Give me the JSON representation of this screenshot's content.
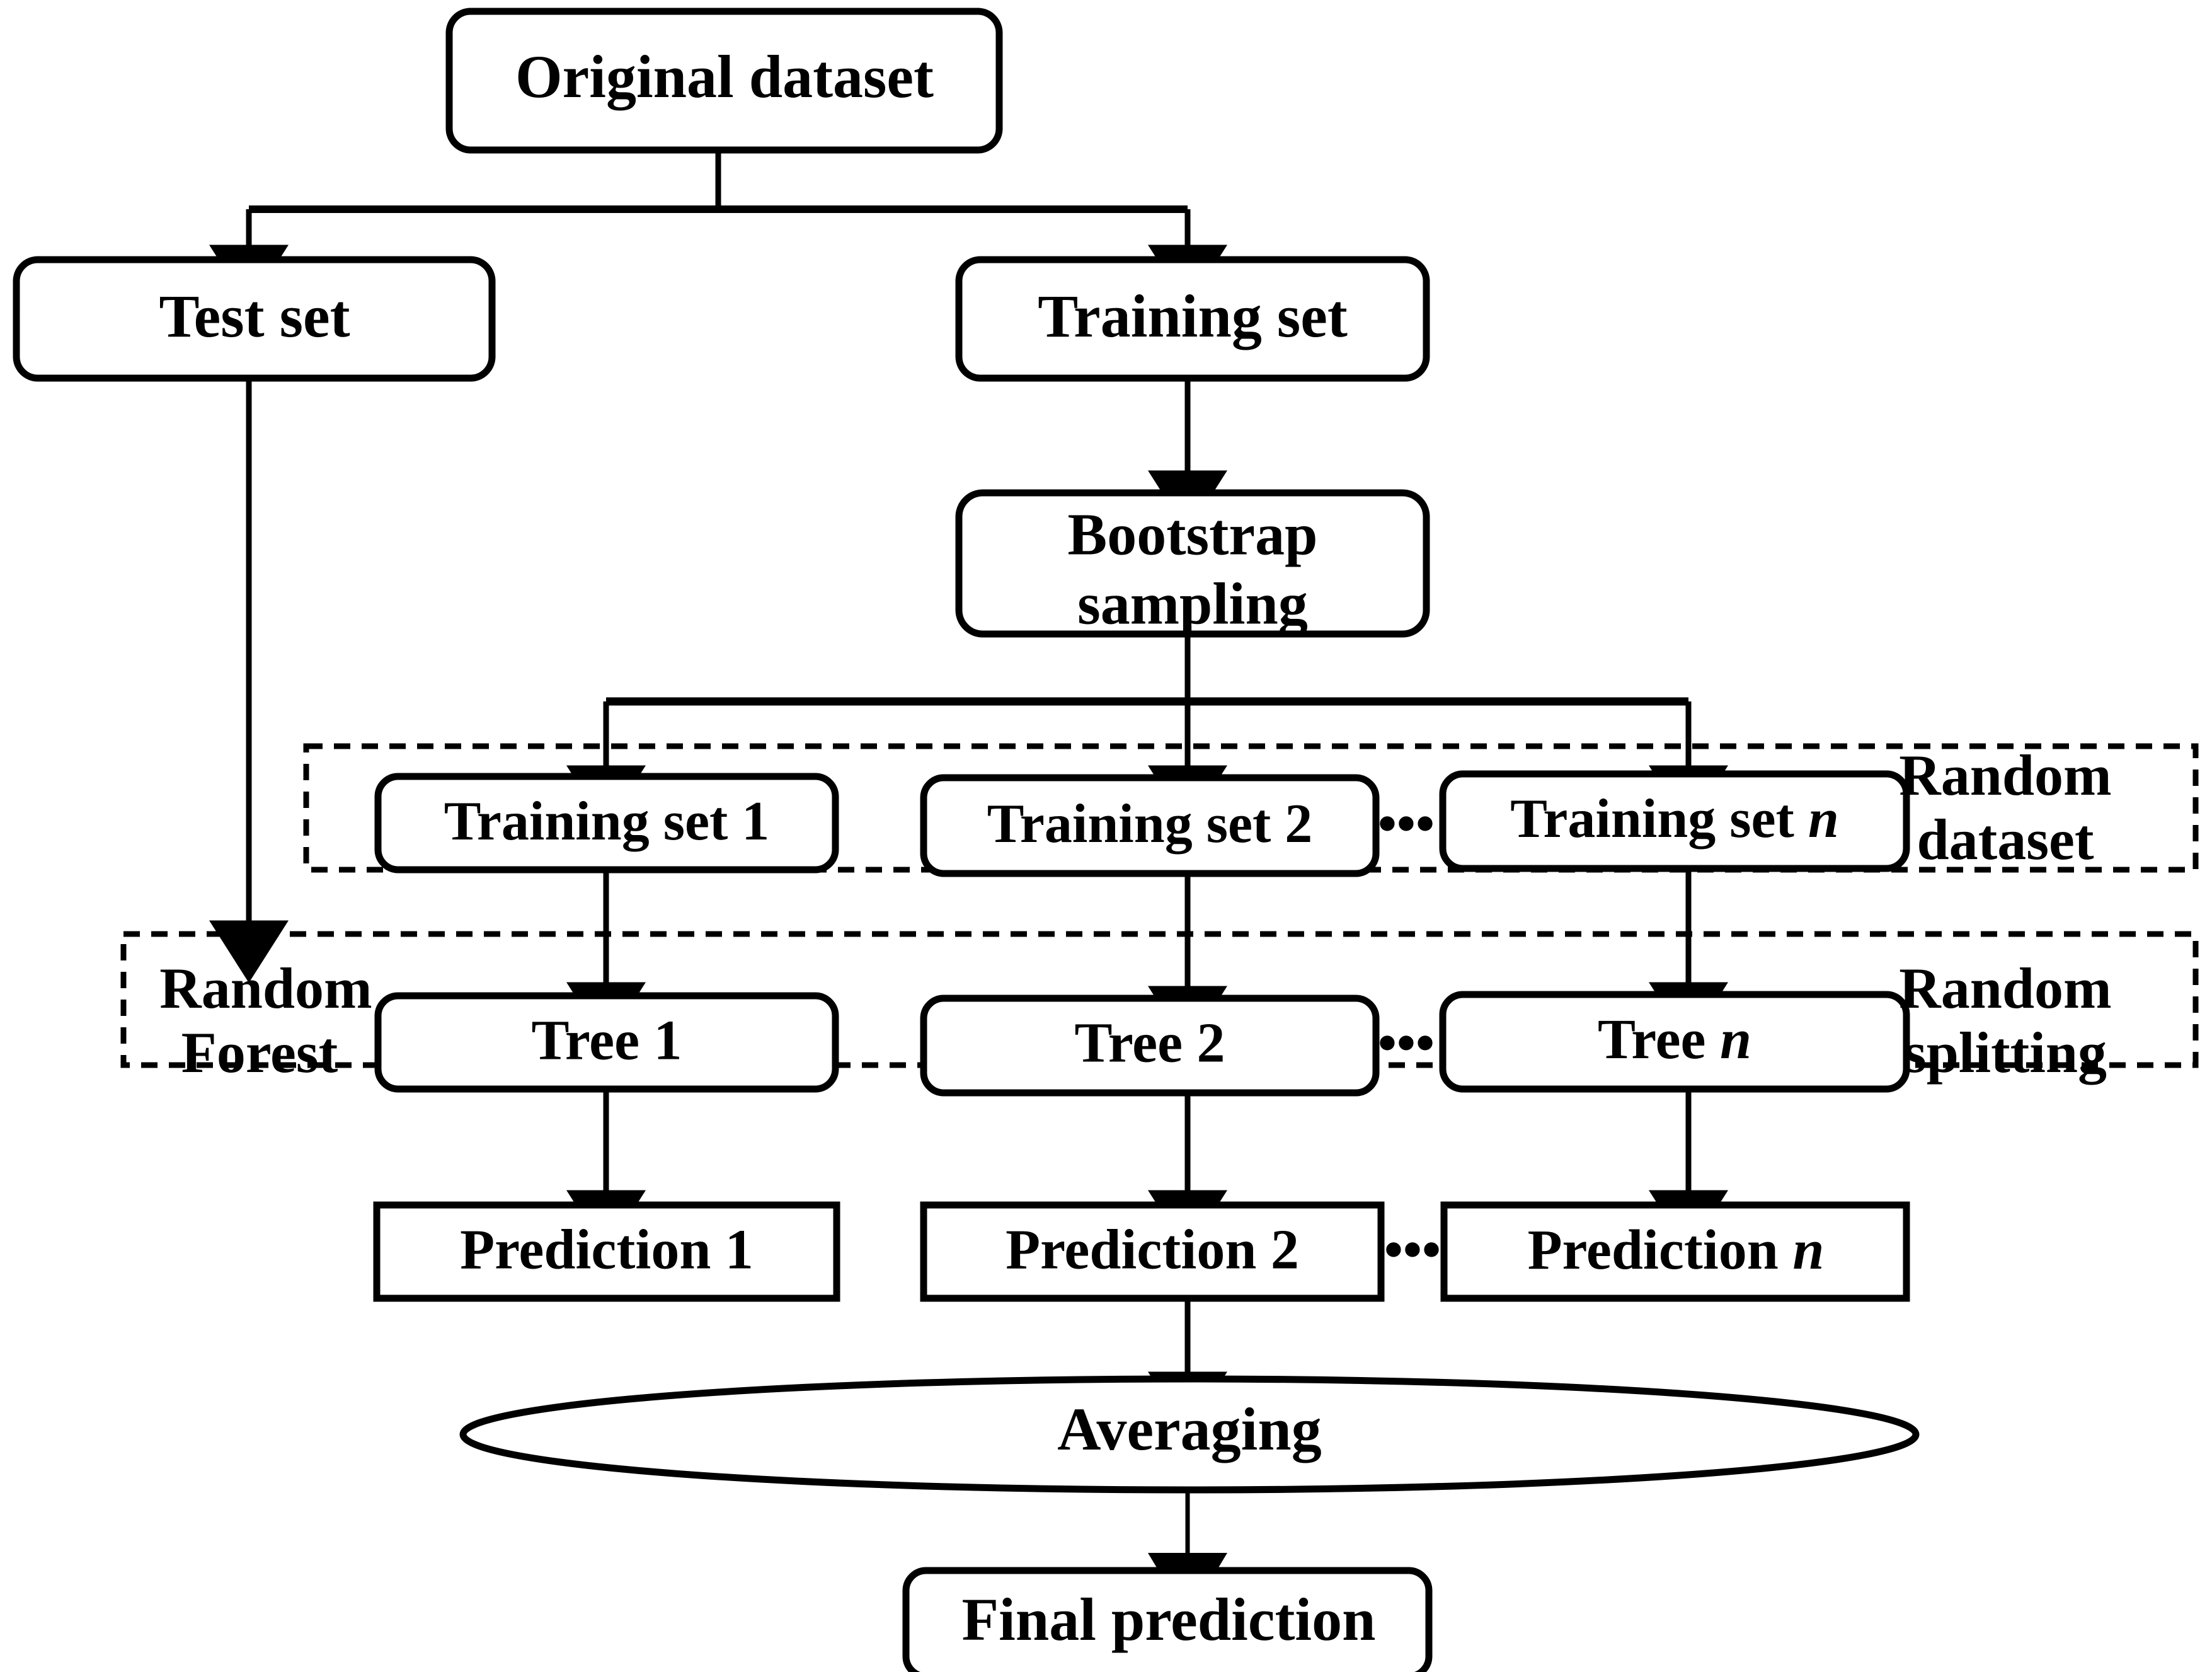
{
  "diagram": {
    "title": "Random Forest workflow",
    "colors": {
      "stroke": "#000000",
      "fill": "#ffffff",
      "text": "#000000"
    },
    "nodes": {
      "original_dataset": "Original dataset",
      "test_set": "Test set",
      "training_set": "Training set",
      "bootstrap_sampling_line1": "Bootstrap",
      "bootstrap_sampling_line2": "sampling",
      "training_set_1": "Training set 1",
      "training_set_2": "Training set 2",
      "training_set_n_prefix": "Training set ",
      "training_set_n_suffix": "n",
      "tree_1": "Tree 1",
      "tree_2": "Tree 2",
      "tree_n_prefix": "Tree ",
      "tree_n_suffix": "n",
      "prediction_1": "Prediction 1",
      "prediction_2": "Prediction 2",
      "prediction_n_prefix": "Prediction ",
      "prediction_n_suffix": "n",
      "averaging": "Averaging",
      "final_prediction": "Final prediction"
    },
    "group_labels": {
      "random_dataset_line1": "Random",
      "random_dataset_line2": "dataset",
      "random_forest_line1": "Random",
      "random_forest_line2": "Forest",
      "random_splitting_line1": "Random",
      "random_splitting_line2": "splitting"
    },
    "ellipsis": "•••",
    "ellipsis_datasets": "•••",
    "ellipsis_trees": "•••",
    "ellipsis_predictions": "•••"
  }
}
